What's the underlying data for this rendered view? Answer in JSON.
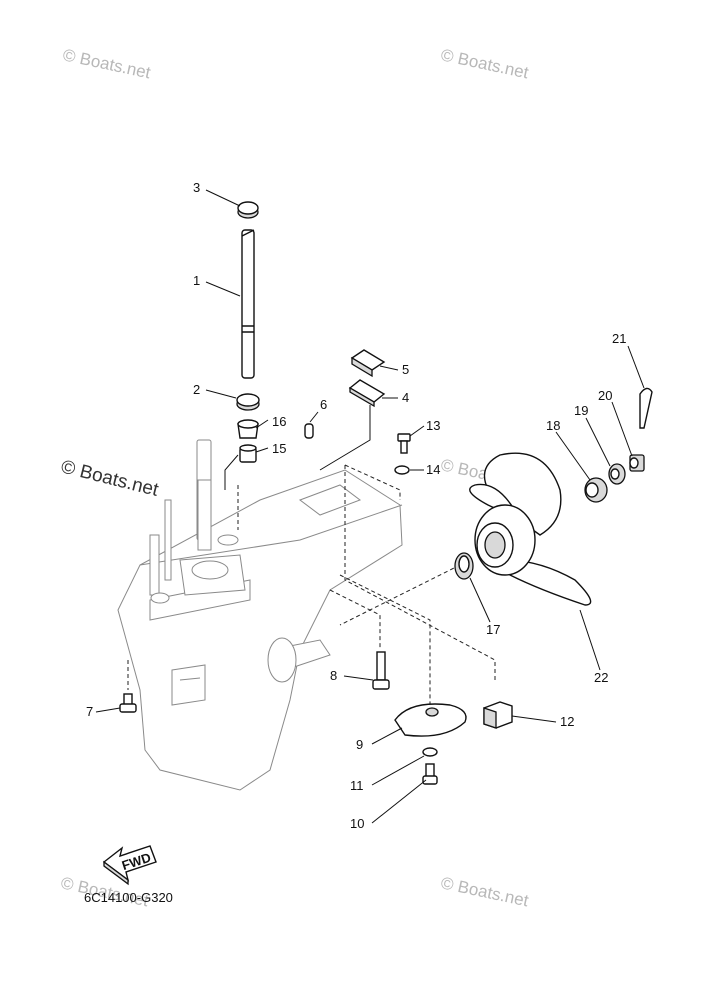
{
  "watermark": "© Boats.net",
  "diagram_code": "6C14100-G320",
  "fwd_label": "FWD",
  "callouts": [
    "1",
    "2",
    "3",
    "4",
    "5",
    "6",
    "7",
    "8",
    "9",
    "10",
    "11",
    "12",
    "13",
    "14",
    "15",
    "16",
    "17",
    "18",
    "19",
    "20",
    "21",
    "22"
  ]
}
